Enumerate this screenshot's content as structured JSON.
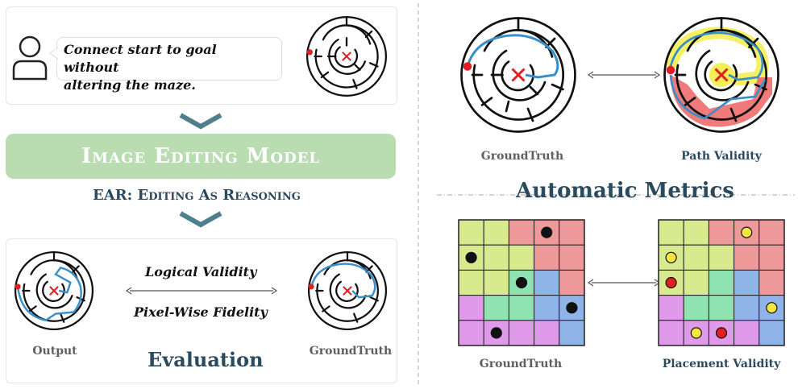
{
  "prompt": {
    "text_line1": "Connect start to goal without",
    "text_line2": "altering the maze."
  },
  "model": {
    "label": "Image Editing Model"
  },
  "ear": {
    "label": "EAR: Editing As Reasoning"
  },
  "evaluation": {
    "logical_validity": "Logical Validity",
    "pixel_fidelity": "Pixel-Wise Fidelity",
    "title": "Evaluation",
    "output_caption": "Output",
    "groundtruth_caption": "GroundTruth"
  },
  "metrics": {
    "title": "Automatic Metrics",
    "maze_groundtruth_caption": "GroundTruth",
    "path_validity_caption": "Path Validity",
    "grid_groundtruth_caption": "GroundTruth",
    "placement_validity_caption": "Placement Validity"
  },
  "colors": {
    "accent": "#2a4a5e",
    "chevron": "#4f7f8c",
    "banner": "#b9dcb1",
    "path": "#3a8fc8",
    "start_dot": "#e02020",
    "goal_x": "#e02020",
    "highlight_yellow": "#f4ef55",
    "highlight_red": "#ef6b6b"
  },
  "grid": {
    "cells": [
      [
        "#d8e98e",
        "#d8e98e",
        "#ef9a9a",
        "#ef9a9a",
        "#ef9a9a"
      ],
      [
        "#d8e98e",
        "#d8e98e",
        "#d8e98e",
        "#ef9a9a",
        "#ef9a9a"
      ],
      [
        "#d8e98e",
        "#d8e98e",
        "#8fe3b0",
        "#8fb4e8",
        "#ef9a9a"
      ],
      [
        "#e09aea",
        "#8fe3b0",
        "#8fe3b0",
        "#8fb4e8",
        "#8fb4e8"
      ],
      [
        "#e09aea",
        "#e09aea",
        "#e09aea",
        "#e09aea",
        "#8fb4e8"
      ]
    ],
    "groundtruth_dots": [
      {
        "r": 0,
        "c": 3,
        "color": "#111111"
      },
      {
        "r": 1,
        "c": 0,
        "color": "#111111"
      },
      {
        "r": 2,
        "c": 2,
        "color": "#111111"
      },
      {
        "r": 3,
        "c": 4,
        "color": "#111111"
      },
      {
        "r": 4,
        "c": 1,
        "color": "#111111"
      }
    ],
    "placement_dots": [
      {
        "r": 0,
        "c": 3,
        "color": "#f4e542"
      },
      {
        "r": 1,
        "c": 0,
        "color": "#f4e542"
      },
      {
        "r": 2,
        "c": 0,
        "color": "#e02020"
      },
      {
        "r": 3,
        "c": 4,
        "color": "#f4e542"
      },
      {
        "r": 4,
        "c": 1,
        "color": "#f4e542"
      },
      {
        "r": 4,
        "c": 2,
        "color": "#e02020"
      }
    ]
  }
}
